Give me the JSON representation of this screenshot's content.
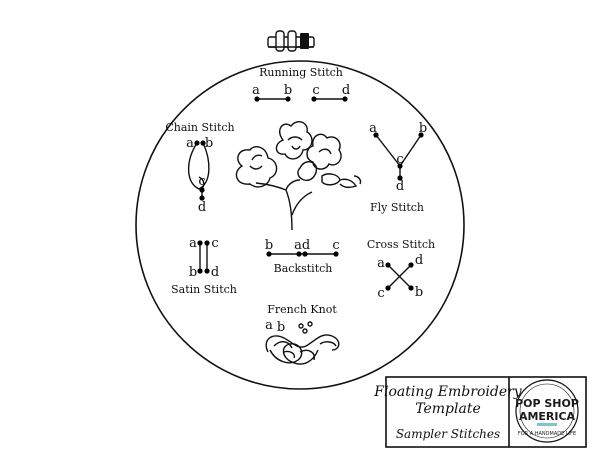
{
  "stitches": {
    "running": {
      "label": "Running Stitch",
      "letters": [
        "a",
        "b",
        "c",
        "d"
      ]
    },
    "chain": {
      "label": "Chain Stitch",
      "letters": [
        "a",
        "b",
        "c",
        "d"
      ]
    },
    "fly": {
      "label": "Fly Stitch",
      "letters": [
        "a",
        "b",
        "c",
        "d"
      ]
    },
    "back": {
      "label": "Backstitch",
      "letters": [
        "b",
        "a",
        "d",
        "c"
      ]
    },
    "satin": {
      "label": "Satin Stitch",
      "letters": [
        "a",
        "c",
        "b",
        "d"
      ]
    },
    "cross": {
      "label": "Cross Stitch",
      "letters": [
        "a",
        "d",
        "c",
        "b"
      ]
    },
    "french": {
      "label": "French Knot",
      "letters": [
        "a",
        "b"
      ]
    }
  },
  "title_card": {
    "line1": "Floating Embroidery",
    "line2": "Template",
    "line3": "Sampler Stitches"
  },
  "logo": {
    "line1": "POP SHOP",
    "line2": "AMERICA",
    "tagline": "FOR A HANDMADE LIFE",
    "accent": "#7fc6c9"
  }
}
